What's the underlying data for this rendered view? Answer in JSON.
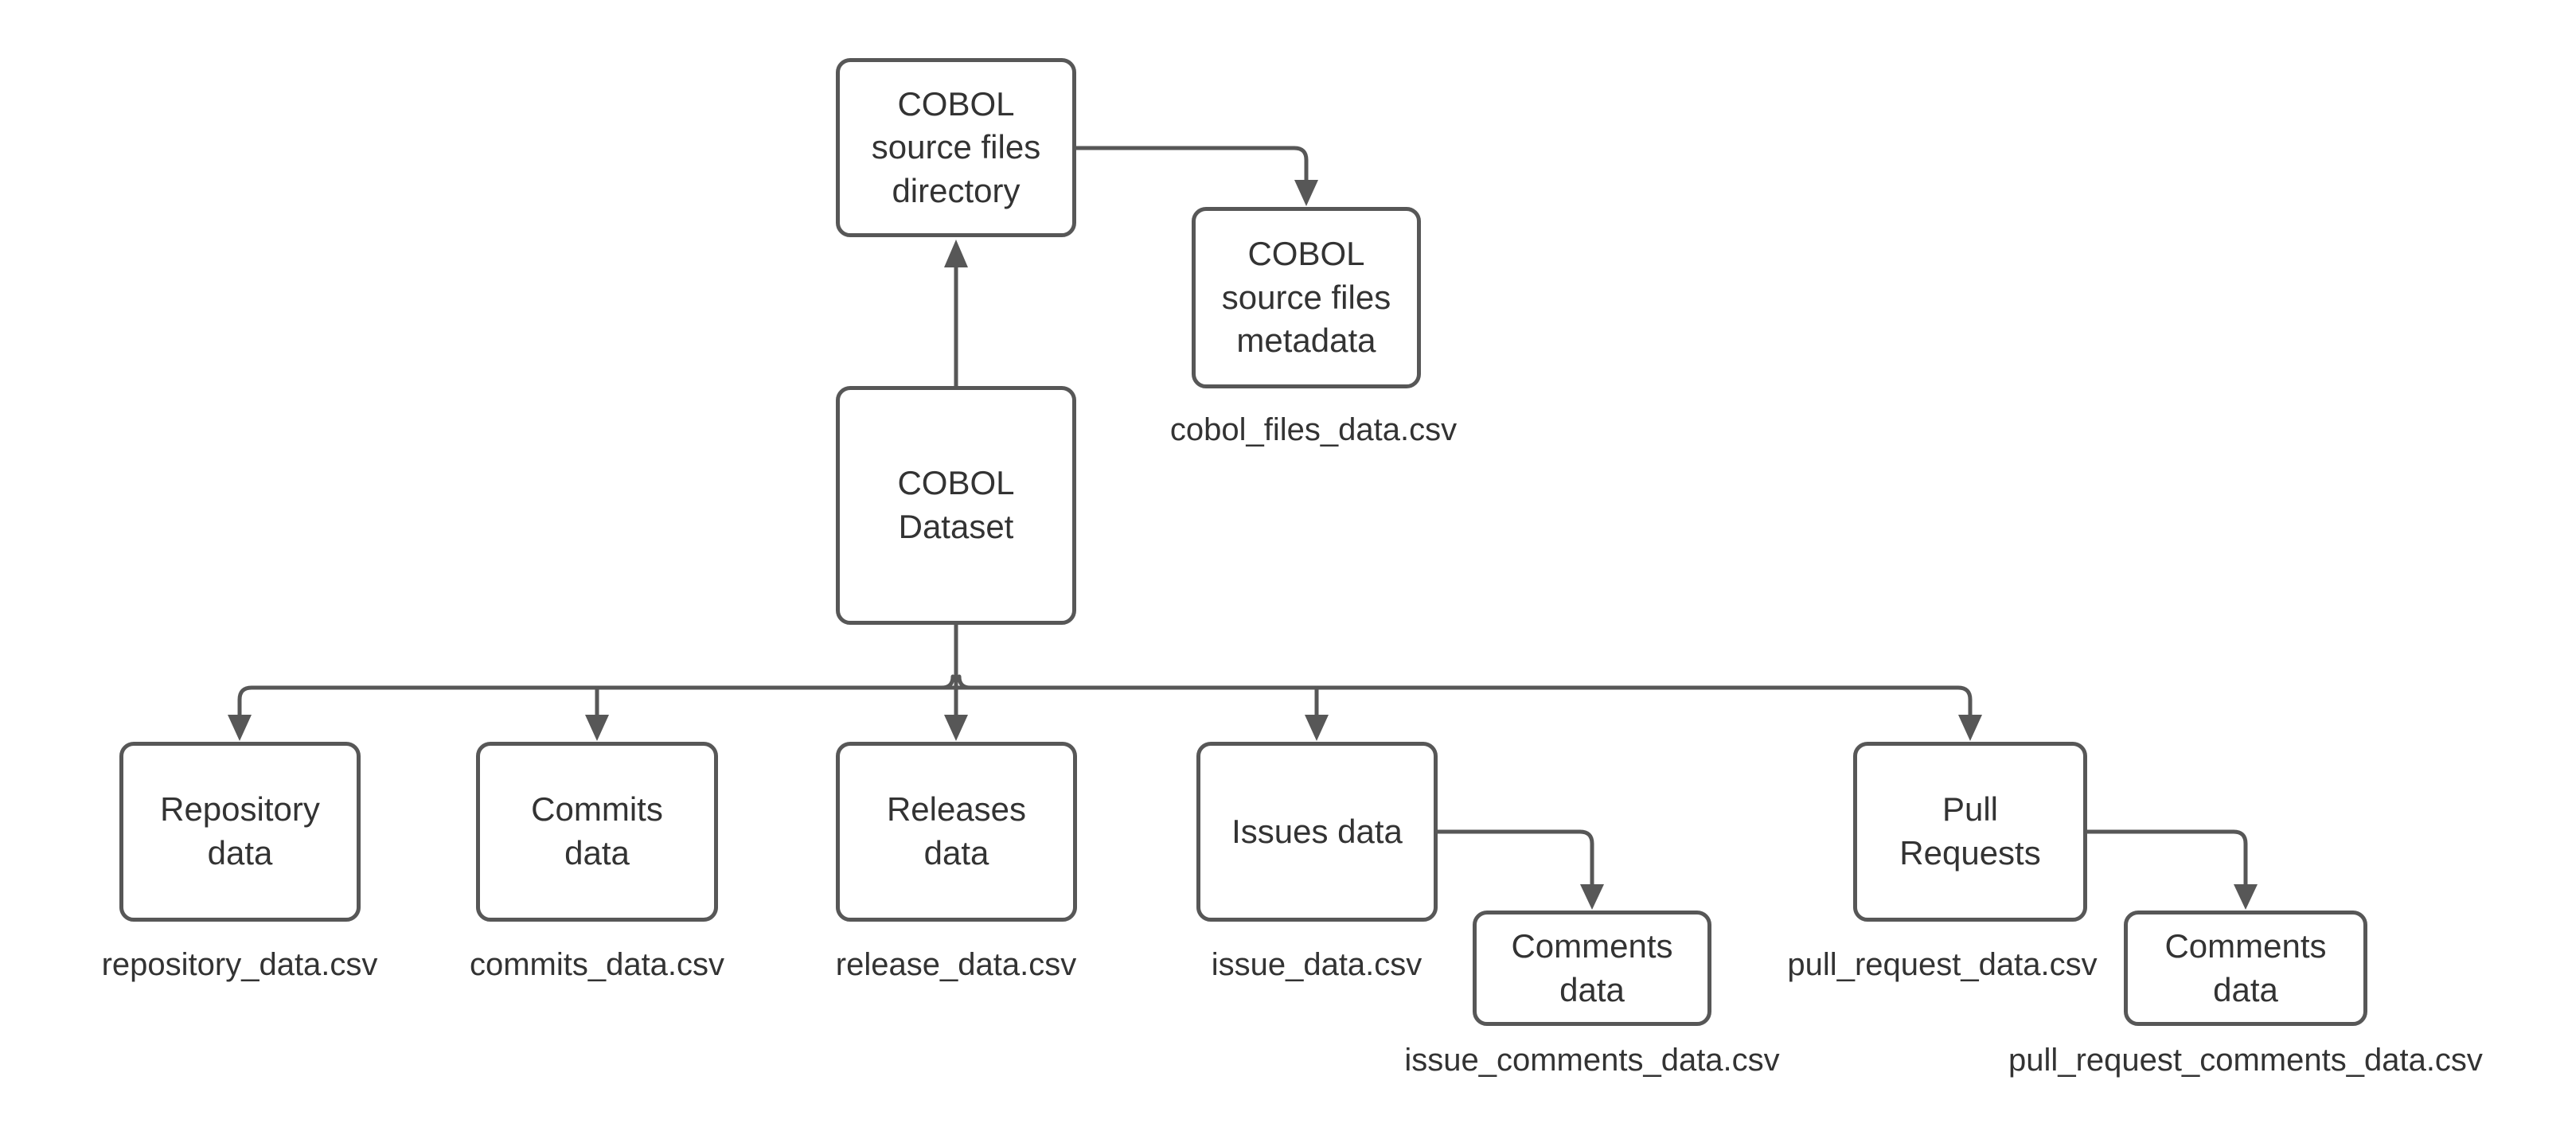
{
  "diagram": {
    "colors": {
      "stroke": "#575757",
      "text": "#333333",
      "background": "#ffffff",
      "node_fill": "#ffffff"
    },
    "nodes": {
      "directory": {
        "label": "COBOL\nsource files\ndirectory"
      },
      "metadata": {
        "label": "COBOL\nsource files\nmetadata",
        "file": "cobol_files_data.csv"
      },
      "dataset": {
        "label": "COBOL\nDataset"
      },
      "repository": {
        "label": "Repository\ndata",
        "file": "repository_data.csv"
      },
      "commits": {
        "label": "Commits\ndata",
        "file": "commits_data.csv"
      },
      "releases": {
        "label": "Releases\ndata",
        "file": "release_data.csv"
      },
      "issues": {
        "label": "Issues data",
        "file": "issue_data.csv"
      },
      "pull_requests": {
        "label": "Pull\nRequests",
        "file": "pull_request_data.csv"
      },
      "issue_comments": {
        "label": "Comments\ndata",
        "file": "issue_comments_data.csv"
      },
      "pull_request_comments": {
        "label": "Comments\ndata",
        "file": "pull_request_comments_data.csv"
      }
    },
    "edges": [
      {
        "from": "dataset",
        "to": "directory"
      },
      {
        "from": "directory",
        "to": "metadata"
      },
      {
        "from": "dataset",
        "to": "repository"
      },
      {
        "from": "dataset",
        "to": "commits"
      },
      {
        "from": "dataset",
        "to": "releases"
      },
      {
        "from": "dataset",
        "to": "issues"
      },
      {
        "from": "dataset",
        "to": "pull_requests"
      },
      {
        "from": "issues",
        "to": "issue_comments"
      },
      {
        "from": "pull_requests",
        "to": "pull_request_comments"
      }
    ]
  }
}
